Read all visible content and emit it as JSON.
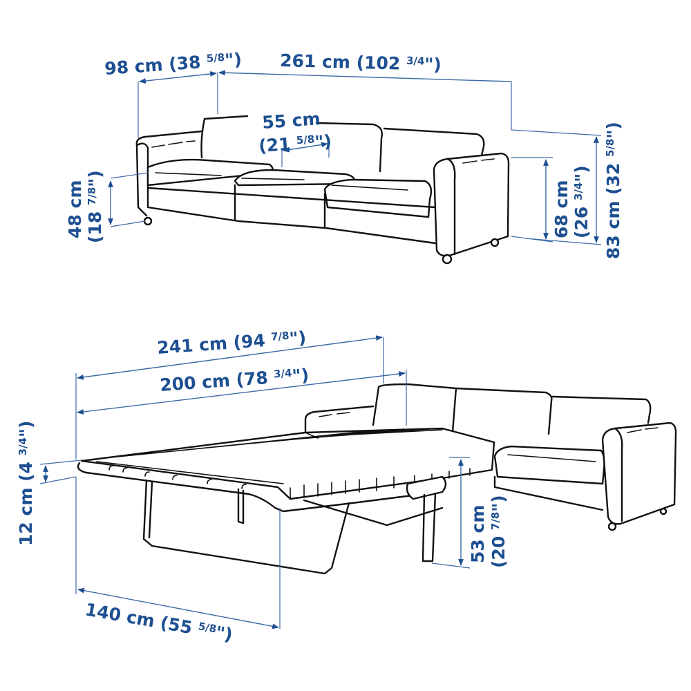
{
  "colors": {
    "dimension_text": "#1d4f91",
    "dimension_line": "#3b6aa6",
    "drawing_line": "#111111",
    "background": "#ffffff"
  },
  "top_view": {
    "title": "sofa-assembled",
    "dimensions": {
      "depth": {
        "cm": "98 cm",
        "inch": "(38 ",
        "frac": "5/8",
        "close": "\")"
      },
      "width": {
        "cm": "261 cm",
        "inch": "(102 ",
        "frac": "3/4",
        "close": "\")"
      },
      "seat_depth": {
        "cm": "55 cm",
        "inch": "(21 ",
        "frac": "5/8",
        "close": "\")"
      },
      "seat_height": {
        "cm": "48 cm",
        "inch": "(18 ",
        "frac": "7/8",
        "close": "\")"
      },
      "arm_height": {
        "cm": "68 cm",
        "inch": "(26 ",
        "frac": "3/4",
        "close": "\")"
      },
      "total_height": {
        "cm": "83 cm",
        "inch": "(32 ",
        "frac": "5/8",
        "close": "\")"
      }
    }
  },
  "bottom_view": {
    "title": "sofa-bed-extended",
    "dimensions": {
      "extended_length": {
        "cm": "241 cm",
        "inch": "(94 ",
        "frac": "7/8",
        "close": "\")"
      },
      "bed_length": {
        "cm": "200 cm",
        "inch": "(78 ",
        "frac": "3/4",
        "close": "\")"
      },
      "mattress_thickness": {
        "cm": "12 cm",
        "inch": "(4 ",
        "frac": "3/4",
        "close": "\")"
      },
      "bed_height": {
        "cm": "53 cm",
        "inch": "(20 ",
        "frac": "7/8",
        "close": "\")"
      },
      "bed_width": {
        "cm": "140 cm",
        "inch": "(55 ",
        "frac": "5/8",
        "close": "\")"
      }
    }
  }
}
